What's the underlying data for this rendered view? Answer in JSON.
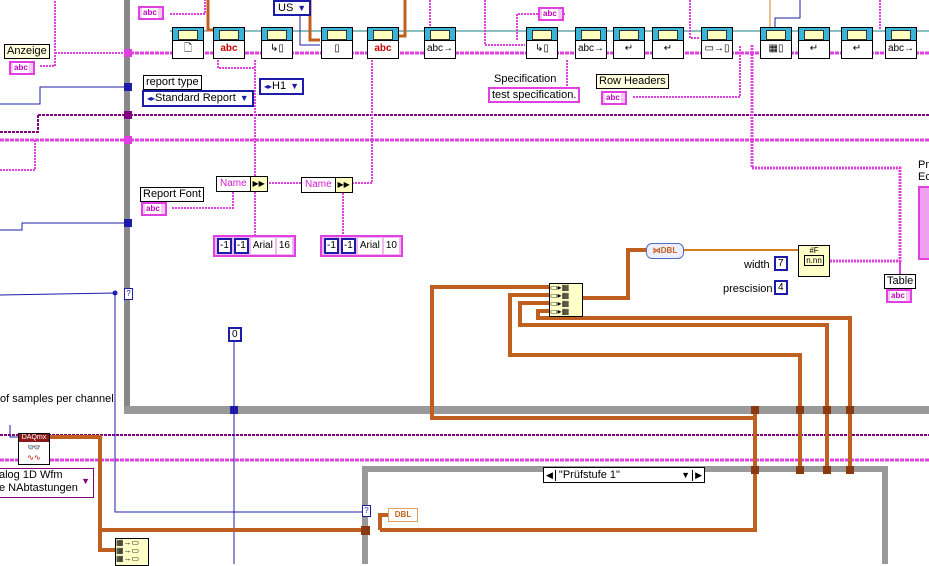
{
  "labels": {
    "anzeige": "Anzeige",
    "report_type": "report type",
    "report_font": "Report Font",
    "specification": "Specification",
    "row_headers": "Row Headers",
    "table": "Table",
    "width": "width",
    "precision": "prescision",
    "samples_per_channel": "of samples per channel",
    "prefix_pr": "Pr",
    "prefix_ec": "Ec"
  },
  "controls": {
    "report_type_value": "Standard Report",
    "heading_value": "H1",
    "locale_value": "US",
    "specification_value": "test specification.",
    "width_value": "7",
    "precision_value": "4",
    "zero_constant": "0",
    "daqmx_read_line1": "alog 1D Wfm",
    "daqmx_read_line2": "e NAbtastungen",
    "case_selector": "\"Prüfstufe 1\""
  },
  "bundles": [
    {
      "field": "Name"
    },
    {
      "field": "Name"
    }
  ],
  "font_clusters": [
    {
      "a": "-1",
      "b": "-1",
      "font": "Arial",
      "size": "16"
    },
    {
      "a": "-1",
      "b": "-1",
      "font": "Arial",
      "size": "10"
    }
  ],
  "icons": {
    "string": "abc",
    "dbl": "DBL",
    "daqmx": "DAQmx",
    "format": "n.nn",
    "question": "?"
  },
  "colors": {
    "string_wire": "#e040e0",
    "numeric_wire": "#1c1ca8",
    "dbl_wire": "#c06020",
    "refnum_wire": "#1a8080",
    "cluster_wire": "#800080"
  }
}
